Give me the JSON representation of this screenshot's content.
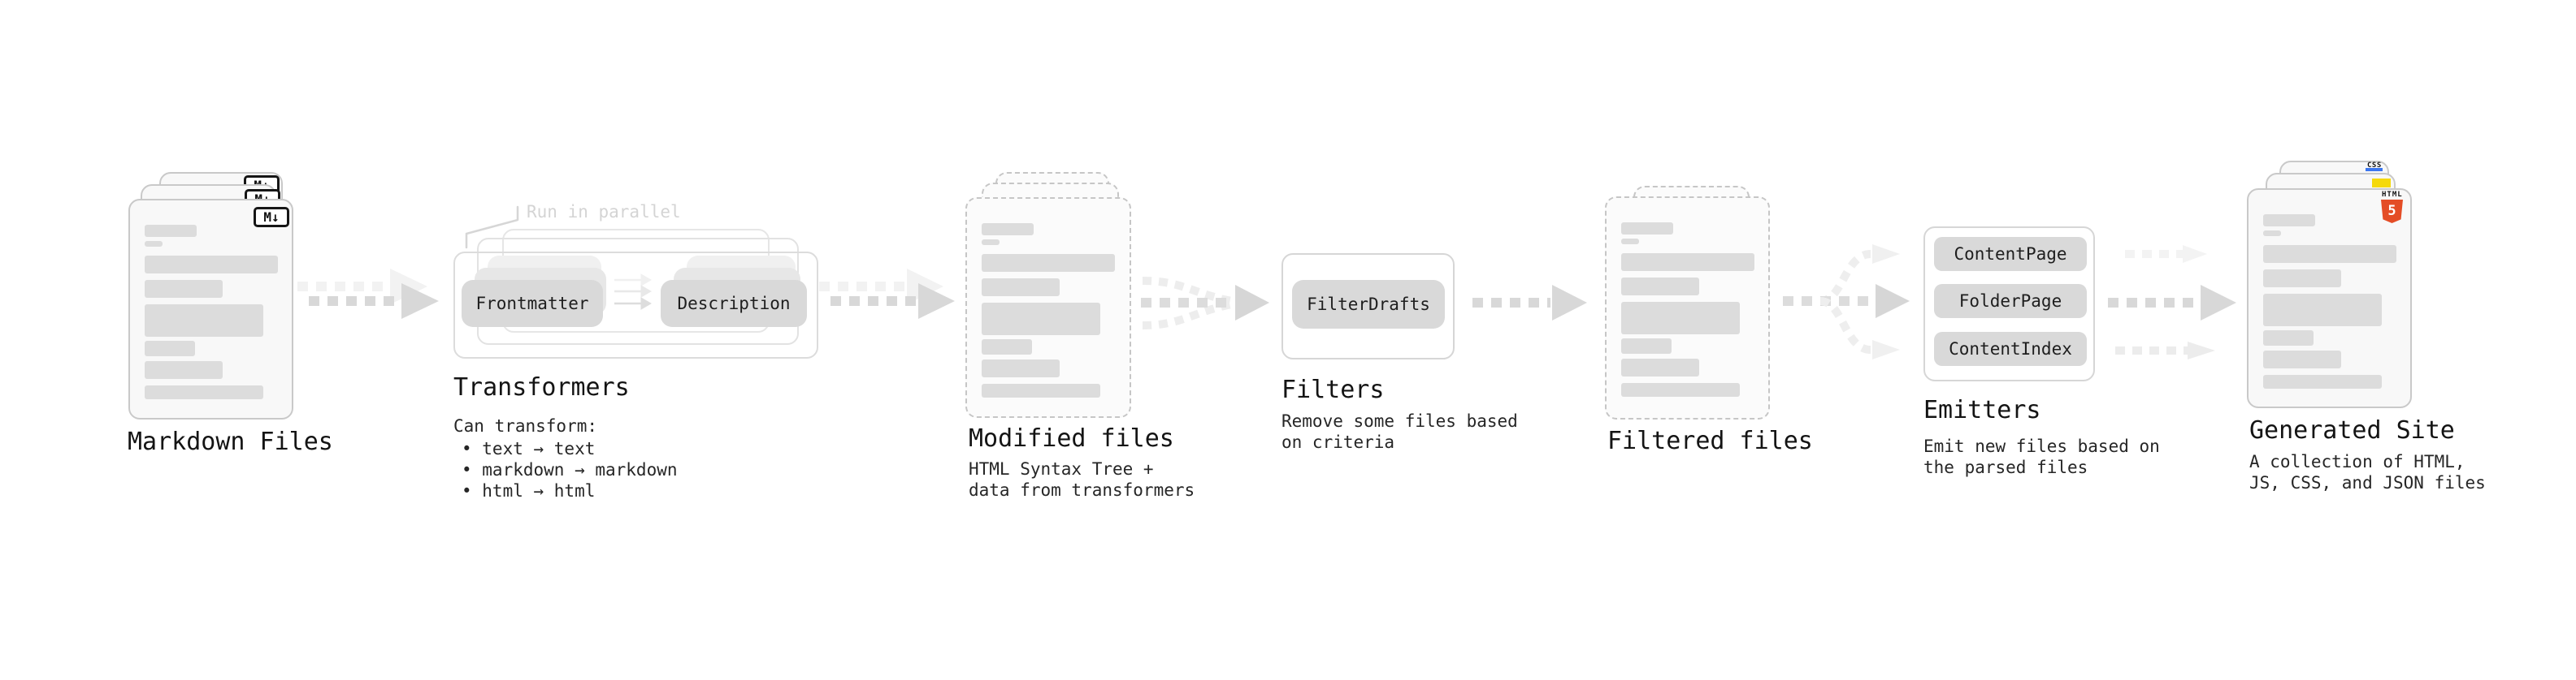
{
  "stages": {
    "markdown": {
      "label": "Markdown Files",
      "badge": "M↓"
    },
    "transformers": {
      "annotation": "Run in parallel",
      "pill_left": "Frontmatter",
      "pill_right": "Description",
      "label": "Transformers",
      "desc": "Can transform:",
      "bullets": [
        "• text → text",
        "• markdown → markdown",
        "• html → html"
      ]
    },
    "modified": {
      "label": "Modified files",
      "desc_line1": "HTML Syntax Tree +",
      "desc_line2": "data from transformers"
    },
    "filters": {
      "pill": "FilterDrafts",
      "label": "Filters",
      "desc_line1": "Remove some files based",
      "desc_line2": "on criteria"
    },
    "filtered": {
      "label": "Filtered files"
    },
    "emitters": {
      "pill_1": "ContentPage",
      "pill_2": "FolderPage",
      "pill_3": "ContentIndex",
      "label": "Emitters",
      "desc_line1": "Emit new files based on",
      "desc_line2": "the parsed files"
    },
    "generated": {
      "label": "Generated Site",
      "desc_line1": "A collection of HTML,",
      "desc_line2": "JS, CSS, and JSON files",
      "badge_css": "CSS",
      "badge_html_text": "HTML",
      "badge_html_number": "5"
    }
  },
  "colors": {
    "html5_orange": "#e44d26",
    "js_yellow": "#f5d90a",
    "css_blue": "#3b76ef",
    "pill_gray": "#d9d9d9",
    "arrow_gray": "#d8d8d8"
  },
  "doc_bars": [
    [
      30,
      64,
      15
    ],
    [
      50,
      22,
      7
    ],
    [
      68,
      164,
      22
    ],
    [
      98,
      96,
      22
    ],
    [
      128,
      146,
      40
    ],
    [
      173,
      62,
      19
    ],
    [
      198,
      96,
      22
    ],
    [
      228,
      146,
      17
    ]
  ]
}
